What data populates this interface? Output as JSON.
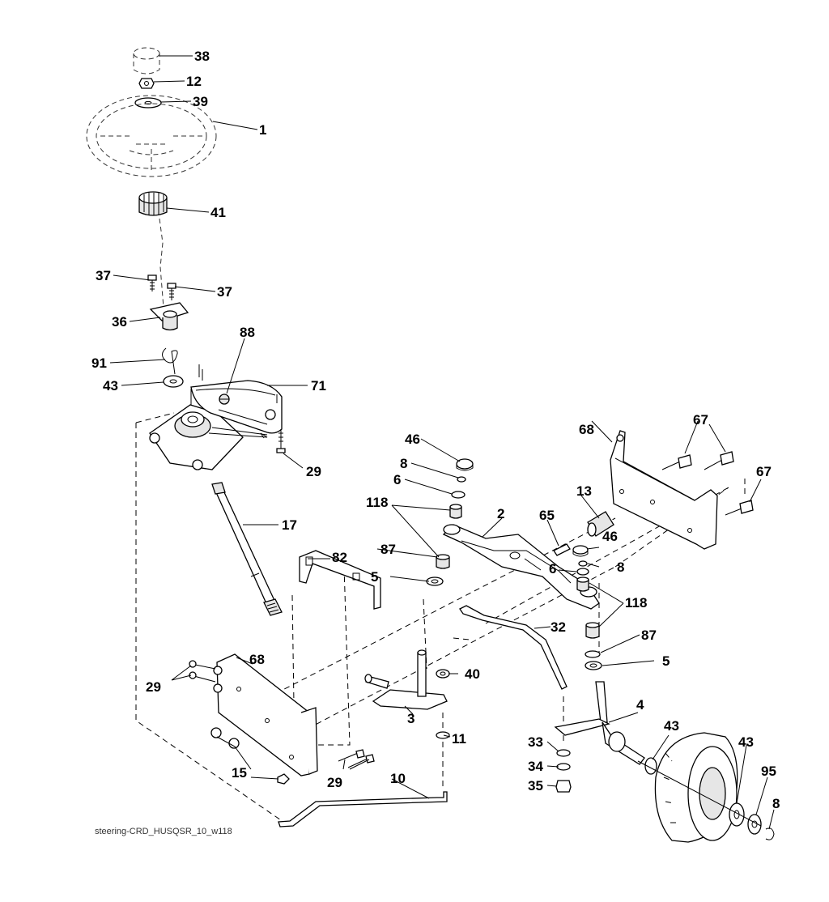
{
  "footer_code": "steering-CRD_HUSQSR_10_w118",
  "labels": {
    "l38": "38",
    "l12": "12",
    "l39": "39",
    "l1": "1",
    "l41": "41",
    "l37a": "37",
    "l37b": "37",
    "l36": "36",
    "l88": "88",
    "l91": "91",
    "l43a": "43",
    "l71": "71",
    "l29a": "29",
    "l17": "17",
    "l46a": "46",
    "l8a": "8",
    "l6a": "6",
    "l118a": "118",
    "l2": "2",
    "l68a": "68",
    "l67a": "67",
    "l67b": "67",
    "l13": "13",
    "l65": "65",
    "l46b": "46",
    "l6b": "6",
    "l8b": "8",
    "l87a": "87",
    "l5a": "5",
    "l82": "82",
    "l118b": "118",
    "l87b": "87",
    "l5b": "5",
    "l40": "40",
    "l32": "32",
    "l68b": "68",
    "l29b": "29",
    "l3": "3",
    "l4": "4",
    "l11": "11",
    "l33": "33",
    "l43b": "43",
    "l43c": "43",
    "l34": "34",
    "l35": "35",
    "l95": "95",
    "l15": "15",
    "l29c": "29",
    "l10": "10",
    "l8c": "8"
  },
  "icons": [
    "steering-wheel-icon",
    "steering-gear-icon",
    "axle-icon",
    "wheel-icon",
    "drag-link-icon"
  ]
}
